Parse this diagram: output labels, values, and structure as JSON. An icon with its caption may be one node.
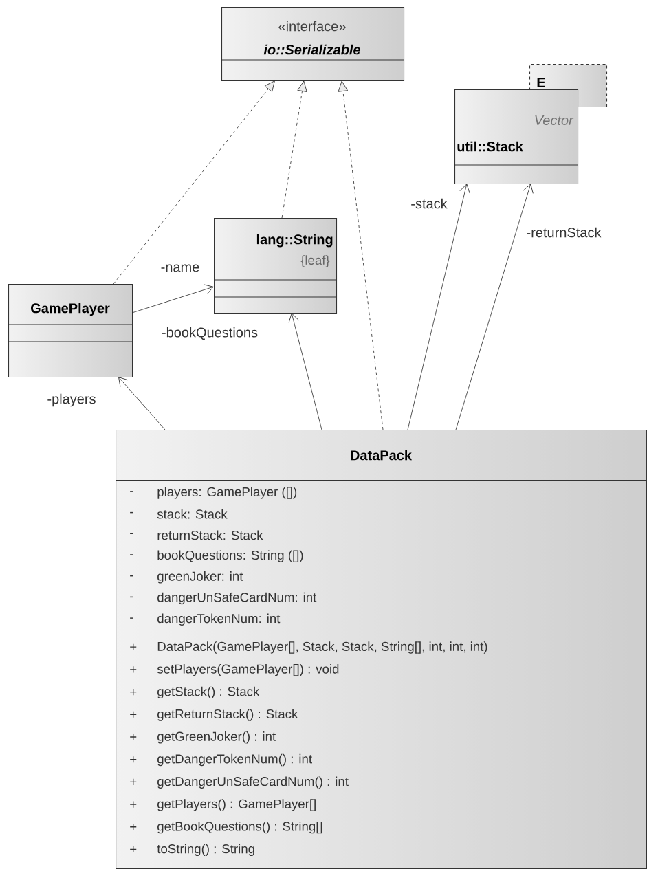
{
  "diagram": {
    "nodes": [
      {
        "text": [
          "«interface»",
          "io::Serializable"
        ]
      },
      {
        "text": [
          "E"
        ]
      },
      {
        "text": [
          "Vector",
          "util::Stack"
        ]
      },
      {
        "text": [
          "lang::String",
          "{leaf}"
        ]
      },
      {
        "text": [
          "GamePlayer"
        ]
      },
      {
        "text": [
          "DataPack"
        ]
      },
      {
        "text": [
          "-",
          "players:  GamePlayer ([])",
          "-",
          "stack:  Stack",
          "-",
          "returnStack:  Stack",
          "-",
          "bookQuestions:  String ([])",
          "-",
          "greenJoker:  int",
          "-",
          "dangerUnSafeCardNum:  int",
          "-",
          "dangerTokenNum:  int"
        ],
        "in": 5
      },
      {
        "text": [
          "+",
          "DataPack(GamePlayer[], Stack, Stack, String[], int, int, int)",
          "+",
          "setPlayers(GamePlayer[]) : void",
          "+",
          "getStack() : Stack",
          "+",
          "getReturnStack() : Stack",
          "+",
          "getGreenJoker() : int",
          "+",
          "getDangerTokenNum() : int",
          "+",
          "getDangerUnSafeCardNum() : int",
          "+",
          "getPlayers() : GamePlayer[]",
          "+",
          "getBookQuestions() : String[]",
          "+",
          "toString() : String"
        ],
        "in": 5
      }
    ],
    "edges": [
      {
        "from": 4,
        "to": 0,
        "arrow": "to",
        "style": "dashed"
      },
      {
        "from": 3,
        "to": 0,
        "arrow": "to",
        "style": "dashed"
      },
      {
        "from": 5,
        "to": 0,
        "arrow": "to",
        "style": "dashed"
      },
      {
        "from": 4,
        "to": 3,
        "arrow": "to",
        "label": "-name"
      },
      {
        "from": 5,
        "to": 3,
        "arrow": "to",
        "label": "-bookQuestions"
      },
      {
        "from": 5,
        "to": 4,
        "arrow": "to",
        "label": "-players"
      },
      {
        "from": 5,
        "to": 2,
        "arrow": "to",
        "label": "-stack"
      },
      {
        "from": 5,
        "to": 2,
        "arrow": "to",
        "label": "-returnStack"
      }
    ]
  }
}
